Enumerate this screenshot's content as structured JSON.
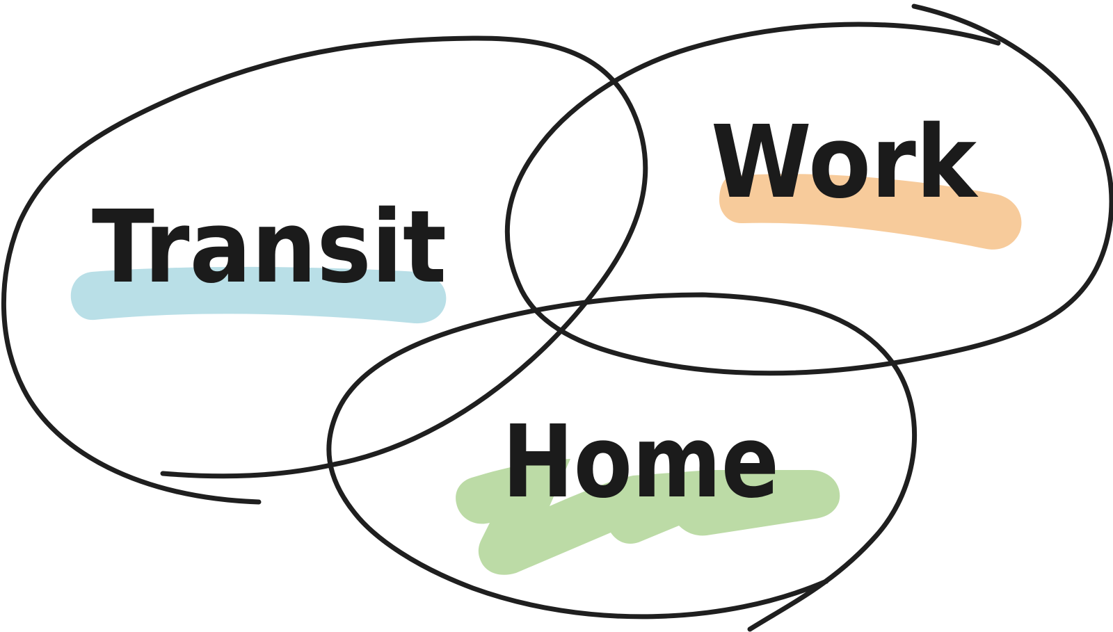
{
  "diagram": {
    "type": "hand-drawn overlapping loops",
    "labels": {
      "transit": "Transit",
      "work": "Work",
      "home": "Home"
    },
    "colors": {
      "stroke": "#1f1f1f",
      "text": "#1b1b1b",
      "transit_highlight": "#b9dfe7",
      "work_highlight": "#f7cb9b",
      "home_highlight": "#bcdba6",
      "background": "#ffffff"
    }
  }
}
